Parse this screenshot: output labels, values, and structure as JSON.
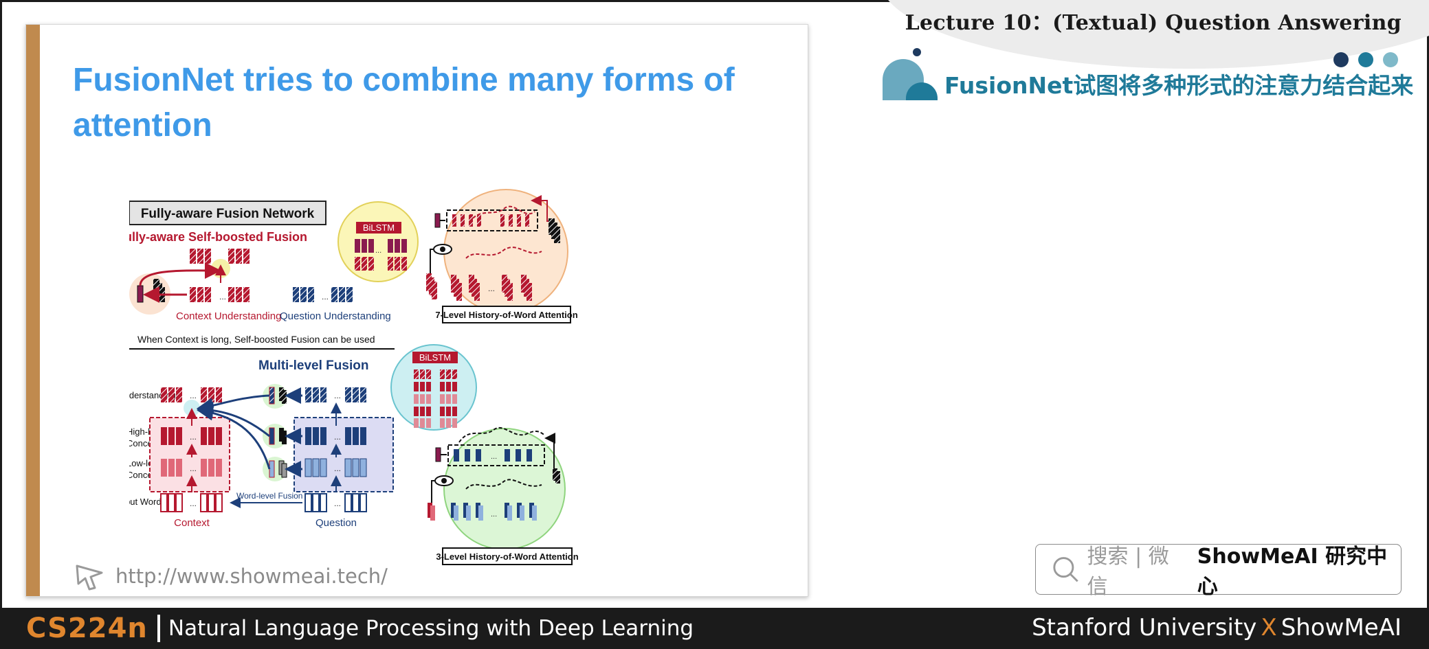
{
  "header": {
    "lecture_title": "Lecture 10：(Textual) Question Answering",
    "cn_title": "FusionNet试图将多种形式的注意力结合起来",
    "dot_colors": [
      "#1e3a5f",
      "#1f7a99",
      "#7fb9c9"
    ]
  },
  "slide": {
    "title": "FusionNet tries to combine many forms of attention",
    "accent_color": "#c08a4e",
    "title_color": "#3f9ae8",
    "url": "http://www.showmeai.tech/"
  },
  "figure": {
    "main_title": "Fully-aware Fusion Network",
    "self_boosted": "Fully-aware Self-boosted Fusion",
    "context_understanding": "Context Understanding",
    "question_understanding": "Question Understanding",
    "long_context_note": "When Context is long, Self-boosted Fusion can be used",
    "multi_level": "Multi-level Fusion",
    "legend_understanding": ": Understanding",
    "legend_high_1": "High-level",
    "legend_high_2": "Concept",
    "legend_low_1": "Low-level",
    "legend_low_2": "Concept",
    "legend_input": ": Input Word",
    "word_level_fusion": "Word-level Fusion",
    "context": "Context",
    "question": "Question",
    "bilstm": "BiLSTM",
    "seven_level": "7-Level History-of-Word Attention",
    "three_level": "3-Level History-of-Word Attention",
    "ellipsis": "..."
  },
  "search": {
    "hint": "搜索 | 微信",
    "brand": "ShowMeAI 研究中心"
  },
  "footer": {
    "course_code": "CS224n",
    "course_name": "Natural Language Processing with Deep Learning",
    "right_left": "Stanford University",
    "right_x": "X",
    "right_right": "ShowMeAI"
  },
  "colors": {
    "red": "#b5182f",
    "navy": "#1d3f7a",
    "footer_bg": "#1b1b1b",
    "footer_accent": "#e0862e",
    "brand_teal": "#1f7a99"
  }
}
